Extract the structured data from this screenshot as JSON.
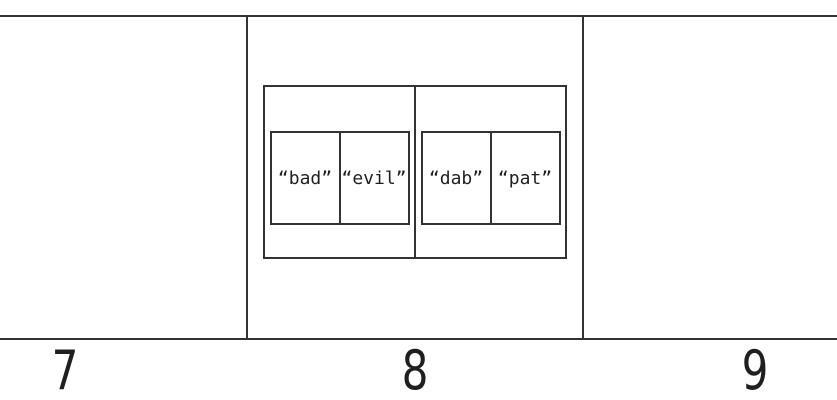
{
  "figure": {
    "line_color": "#333333",
    "text_color": "#1f1f1f",
    "background": "#ffffff"
  },
  "buckets": [
    {
      "index_label": "7"
    },
    {
      "index_label": "8"
    },
    {
      "index_label": "9"
    }
  ],
  "bucket8_contents": {
    "pairs": [
      {
        "cells": [
          {
            "text": "“bad”"
          },
          {
            "text": "“evil”"
          }
        ]
      },
      {
        "cells": [
          {
            "text": "“dab”"
          },
          {
            "text": "“pat”"
          }
        ]
      }
    ]
  }
}
